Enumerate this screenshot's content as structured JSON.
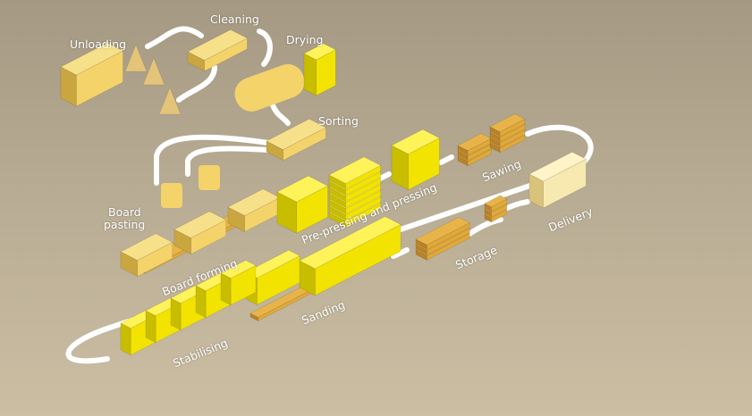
{
  "stages": {
    "unloading": "Unloading",
    "cleaning": "Cleaning",
    "drying": "Drying",
    "sorting": "Sorting",
    "board_pasting_1": "Board",
    "board_pasting_2": "pasting",
    "board_forming": "Board forming",
    "pressing": "Pre-pressing and pressing",
    "sawing": "Sawing",
    "delivery": "Delivery",
    "storage": "Storage",
    "sanding": "Sanding",
    "stabilising": "Stabilising"
  },
  "colors": {
    "box": "#f2e400",
    "box_dark": "#c9bd00",
    "box_top": "#fff35a",
    "wood": "#e0a93a",
    "machine": "#f3d36a",
    "arrow": "#ffffff"
  }
}
